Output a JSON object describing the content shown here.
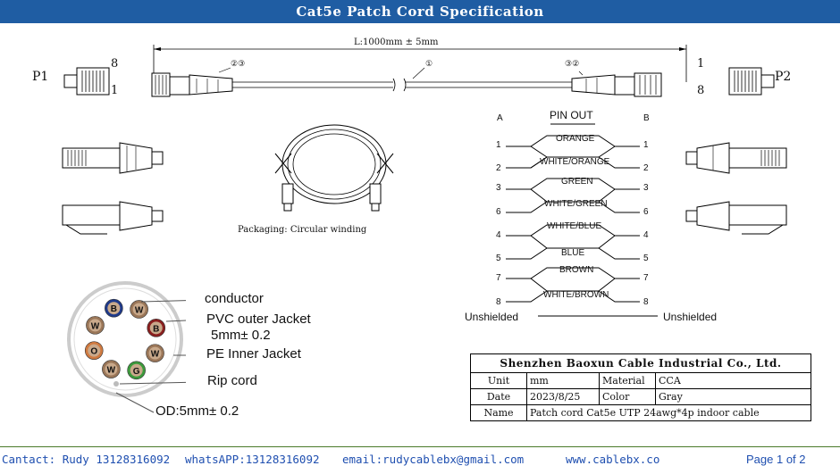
{
  "title": "Cat5e Patch Cord Specification",
  "dimension_label": "L:1000mm ± 5mm",
  "plug_left": {
    "label": "P1",
    "pin_top": "8",
    "pin_bottom": "1"
  },
  "plug_right": {
    "label": "P2",
    "pin_top": "1",
    "pin_bottom": "8"
  },
  "cable_markers": {
    "left": "②③",
    "middle": "①",
    "right": "③②"
  },
  "packaging_label": "Packaging: Circular winding",
  "pinout": {
    "title": "PIN OUT",
    "side_a": "A",
    "side_b": "B",
    "pairs": [
      {
        "top_pin": "1",
        "bottom_pin": "2",
        "top_color": "ORANGE",
        "bottom_color": "WHITE/ORANGE"
      },
      {
        "top_pin": "3",
        "bottom_pin": "6",
        "top_color": "GREEN",
        "bottom_color": "WHITE/GREEN"
      },
      {
        "top_pin": "4",
        "bottom_pin": "5",
        "top_color": "WHITE/BLUE",
        "bottom_color": "BLUE"
      },
      {
        "top_pin": "7",
        "bottom_pin": "8",
        "top_color": "BROWN",
        "bottom_color": "WHITE/BROWN"
      }
    ],
    "shield_left": "Unshielded",
    "shield_right": "Unshielded"
  },
  "cross_section": {
    "conductors": [
      {
        "letter": "B",
        "fill": "#ffffff",
        "ring": "#1f3a8a"
      },
      {
        "letter": "W",
        "fill": "#ffffff",
        "ring": "#9a7658"
      },
      {
        "letter": "B",
        "fill": "#ffffff",
        "ring": "#8a1f1f"
      },
      {
        "letter": "W",
        "fill": "#ffffff",
        "ring": "#9a7658"
      },
      {
        "letter": "G",
        "fill": "#ffffff",
        "ring": "#3c9a3c"
      },
      {
        "letter": "W",
        "fill": "#ffffff",
        "ring": "#9a7658"
      },
      {
        "letter": "O",
        "fill": "#ffffff",
        "ring": "#d07a40"
      },
      {
        "letter": "W",
        "fill": "#ffffff",
        "ring": "#9a7658"
      }
    ],
    "labels": {
      "conductor": "conductor",
      "outer_jacket": "PVC outer Jacket",
      "outer_thickness": "5mm± 0.2",
      "inner_jacket": "PE Inner Jacket",
      "rip_cord": "Rip cord",
      "od": "OD:5mm± 0.2"
    }
  },
  "info_table": {
    "company": "Shenzhen Baoxun Cable Industrial Co., Ltd.",
    "unit_label": "Unit",
    "unit_value": "mm",
    "material_label": "Material",
    "material_value": "CCA",
    "date_label": "Date",
    "date_value": "2023/8/25",
    "color_label": "Color",
    "color_value": "Gray",
    "name_label": "Name",
    "name_value": "Patch cord Cat5e UTP 24awg*4p indoor cable"
  },
  "footer": {
    "contact": "Cantact: Rudy 13128316092",
    "whatsapp": "whatsAPP:13128316092",
    "email": "email:rudycablebx@gmail.com",
    "website": "www.cablebx.co",
    "page": "Page 1 of 2"
  },
  "colors": {
    "title_bar": "#1f5da3",
    "footer_text": "#1f4fb0"
  }
}
